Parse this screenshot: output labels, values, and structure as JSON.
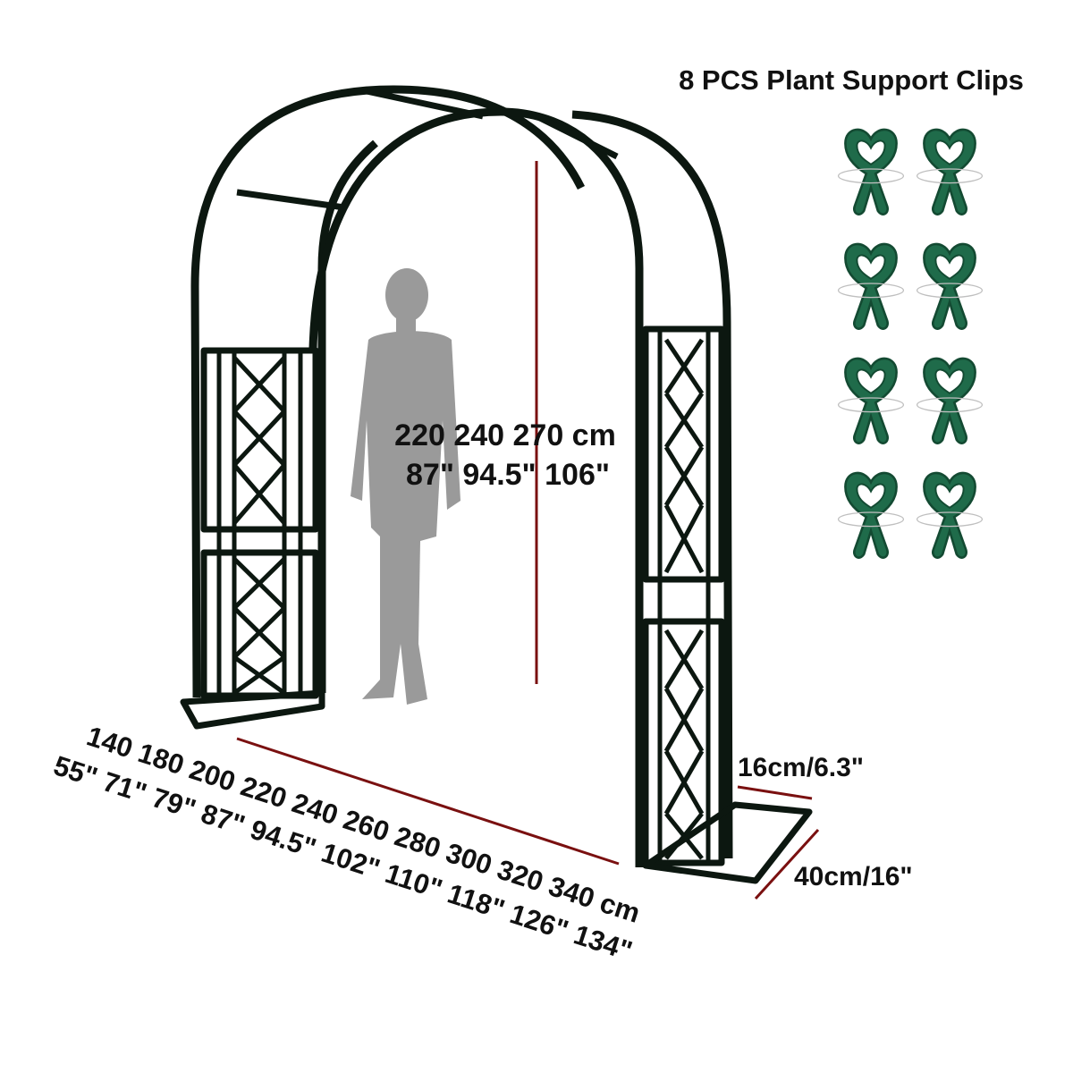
{
  "title": "8 PCS Plant Support Clips",
  "clip_count": 8,
  "height_label": {
    "cm": "220 240 270 cm",
    "inch": "87\" 94.5\" 106\""
  },
  "width_label": {
    "cm": "140 180 200 220 240 260 280 300 320 340 cm",
    "inch": "55\" 71\" 79\" 87\" 94.5\" 102\" 110\" 118\" 126\" 134\""
  },
  "depth_label": "16cm/6.3\"",
  "base_label": "40cm/16\"",
  "colors": {
    "frame": "#0c1710",
    "dimension_line": "#7a1010",
    "person": "#9a9a9a",
    "clip": "#1f6b4a",
    "clip_dark": "#134a32"
  },
  "icons": [
    "person-silhouette-icon",
    "plant-clip-icon"
  ]
}
